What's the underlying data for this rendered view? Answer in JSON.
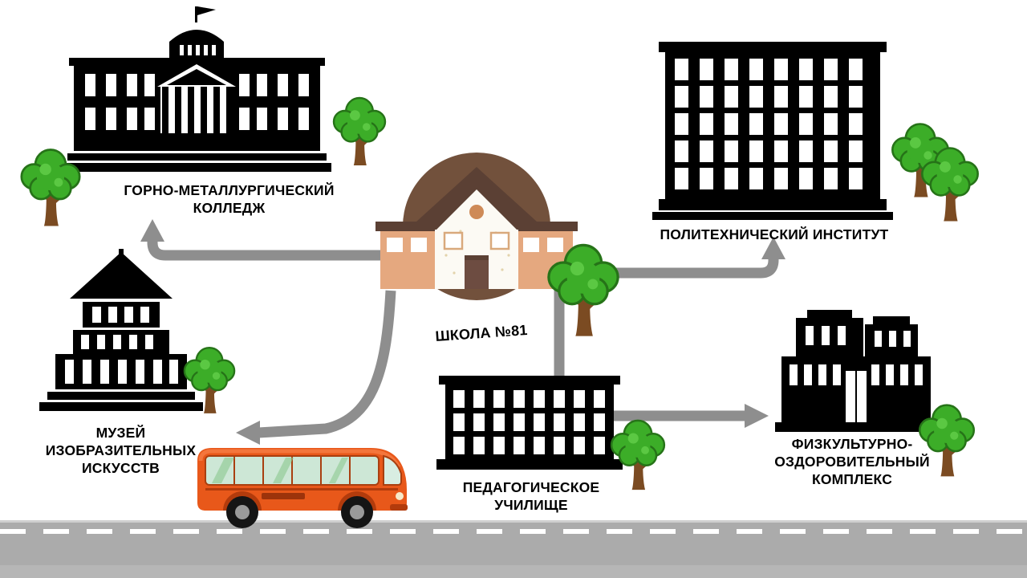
{
  "center": {
    "label": "ШКОЛА №81",
    "icon": "school-building-icon"
  },
  "institutions": {
    "college": {
      "lines": [
        "ГОРНО-МЕТАЛЛУРГИЧЕСКИЙ",
        "КОЛЛЕДЖ"
      ],
      "icon": "college-building-icon"
    },
    "polytechnic": {
      "lines": [
        "ПОЛИТЕХНИЧЕСКИЙ ИНСТИТУТ"
      ],
      "icon": "institute-building-icon"
    },
    "museum": {
      "lines": [
        "МУЗЕЙ",
        "ИЗОБРАЗИТЕЛЬНЫХ",
        "ИСКУССТВ"
      ],
      "icon": "museum-building-icon"
    },
    "pedagogical": {
      "lines": [
        "ПЕДАГОГИЧЕСКОЕ",
        "УЧИЛИЩЕ"
      ],
      "icon": "pedagogical-building-icon"
    },
    "fitness": {
      "lines": [
        "ФИЗКУЛЬТУРНО-",
        "ОЗДОРОВИТЕЛЬНЫЙ",
        "КОМПЛЕКС"
      ],
      "icon": "sports-complex-building-icon"
    }
  },
  "decor": {
    "bus_icon": "school-bus-icon",
    "road": "road-with-dashed-line",
    "tree_icon": "tree-icon",
    "tree_count": 8,
    "arrow_count": 4
  },
  "colors": {
    "background": "#FFFFFF",
    "arrow_gray": "#8E8E8E",
    "building_black": "#000000",
    "road_gray": "#ABABAB",
    "road_dash_white": "#FFFFFF",
    "tree_green": "#3CAD28",
    "tree_dark_green": "#267318",
    "trunk_brown": "#7B4B22",
    "bus_orange": "#E8581A",
    "school_circle_brown": "#72513C",
    "school_wall_tan": "#E5A87F",
    "school_roof_brown": "#5B4034",
    "label_black": "#000000"
  }
}
